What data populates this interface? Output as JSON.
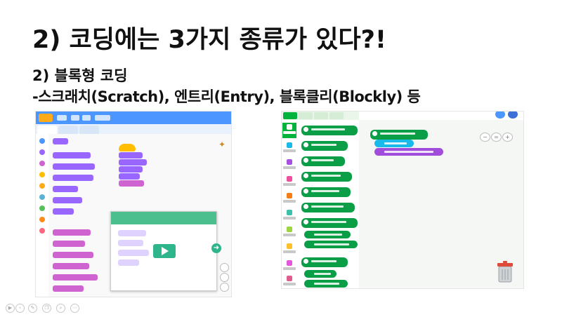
{
  "slide": {
    "title": "2) 코딩에는 3가지 종류가 있다?!",
    "subtitle_1": "2) 블록형 코딩",
    "subtitle_2": "-스크래치(Scratch), 엔트리(Entry), 블록클리(Blockly) 등"
  },
  "colors": {
    "scratch_blue": "#4c97ff",
    "scratch_events": "#ffab19",
    "scratch_looks": "#9966ff",
    "scratch_stage": "#4cbf8f",
    "entry_green": "#0a9f47",
    "entry_purple": "#a14ddc"
  },
  "bottom_toolbar": {
    "icons": [
      "play-icon",
      "previous-icon",
      "edit-icon",
      "copy-icon",
      "zoom-icon",
      "more-icon"
    ]
  }
}
